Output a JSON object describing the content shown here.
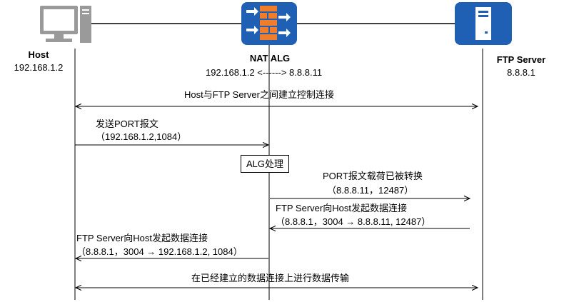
{
  "nodes": {
    "host": {
      "name": "Host",
      "ip": "192.168.1.2"
    },
    "nat": {
      "name": "NAT ALG",
      "mapping": "192.168.1.2 <------> 8.8.8.11"
    },
    "ftp": {
      "name": "FTP Server",
      "ip": "8.8.8.1"
    }
  },
  "messages": {
    "control": "Host与FTP Server之间建立控制连接",
    "port_title": "发送PORT报文",
    "port_detail": "（192.168.1.2,1084）",
    "alg_box": "ALG处理",
    "port_rewritten_title": "PORT报文载荷已被转换",
    "port_rewritten_detail": "（8.8.8.11，12487）",
    "data_conn_title_1": "FTP Server向Host发起数据连接",
    "data_conn_detail_1": "（8.8.8.1，3004 → 8.8.8.11, 12487）",
    "data_conn_title_2": "FTP Server向Host发起数据连接",
    "data_conn_detail_2": "（8.8.8.1，3004 → 192.168.1.2, 1084）",
    "transfer": "在已经建立的数据连接上进行数据传输"
  },
  "colors": {
    "device_blue": "#1f5fb4",
    "icon_gray": "#9a9a9a",
    "firewall_orange": "#f07d2a",
    "line": "#000000"
  },
  "icons": {
    "host": "computer-icon",
    "nat": "firewall-icon",
    "ftp": "server-icon"
  }
}
